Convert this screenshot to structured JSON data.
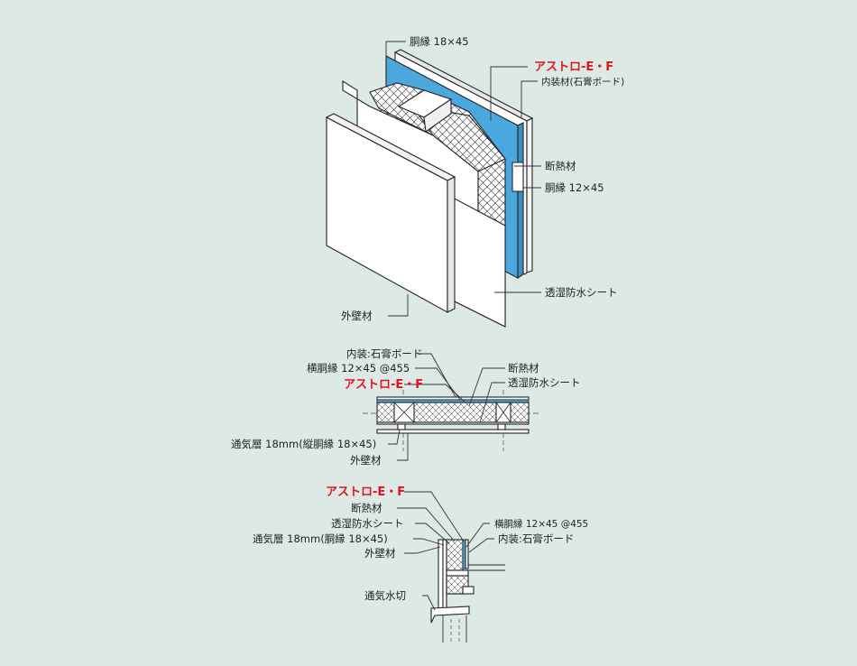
{
  "colors": {
    "background": "#dde9e5",
    "highlight_panel": "#4aa8de",
    "brand_red": "#e0141e",
    "board": "#ffffff"
  },
  "top_view": {
    "labels": {
      "furring_top": "胴縁 18×45",
      "product": "アストロ-E・F",
      "interior": "内装材(石膏ボード)",
      "insulation": "断熱材",
      "furring_small": "胴縁 12×45",
      "membrane": "透湿防水シート",
      "exterior": "外壁材"
    }
  },
  "plan_view": {
    "labels": {
      "interior": "内装:石膏ボード",
      "horizontal_furring": "横胴縁 12×45 @455",
      "product": "アストロ-E・F",
      "insulation": "断熱材",
      "membrane": "透湿防水シート",
      "air_layer": "通気層 18mm(縦胴縁 18×45)",
      "exterior": "外壁材"
    }
  },
  "section_view": {
    "labels": {
      "product": "アストロ-E・F",
      "insulation": "断熱材",
      "membrane": "透湿防水シート",
      "air_layer": "通気層 18mm(胴縁 18×45)",
      "exterior": "外壁材",
      "drip": "通気水切",
      "horizontal_furring": "横胴縁 12×45 @455",
      "interior": "内装:石膏ボード"
    }
  }
}
